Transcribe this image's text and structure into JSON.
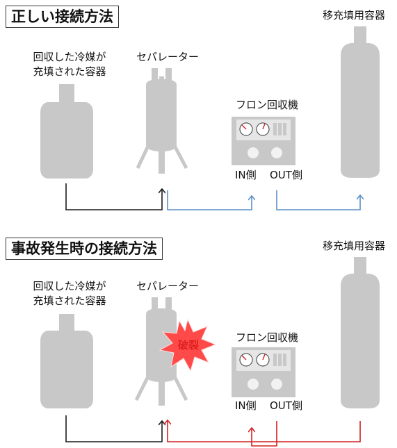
{
  "correct": {
    "title": "正しい接続方法",
    "cylinder_label": [
      "回収した冷媒が",
      "充填された容器"
    ],
    "separator_label": "セパレーター",
    "machine_label": "フロン回収機",
    "in_label": "IN側",
    "out_label": "OUT側",
    "transfer_label": "移充填用容器"
  },
  "accident": {
    "title": "事故発生時の接続方法",
    "cylinder_label": [
      "回収した冷媒が",
      "充填された容器"
    ],
    "separator_label": "セパレーター",
    "machine_label": "フロン回収機",
    "in_label": "IN側",
    "out_label": "OUT側",
    "transfer_label": "移充填用容器",
    "burst_label": "破裂"
  },
  "colors": {
    "equipment": "#c8c8c8",
    "black_line": "#1a1a1a",
    "blue_line": "#5b8fc8",
    "red_line": "#d42020",
    "burst": "#ff4a4a"
  }
}
